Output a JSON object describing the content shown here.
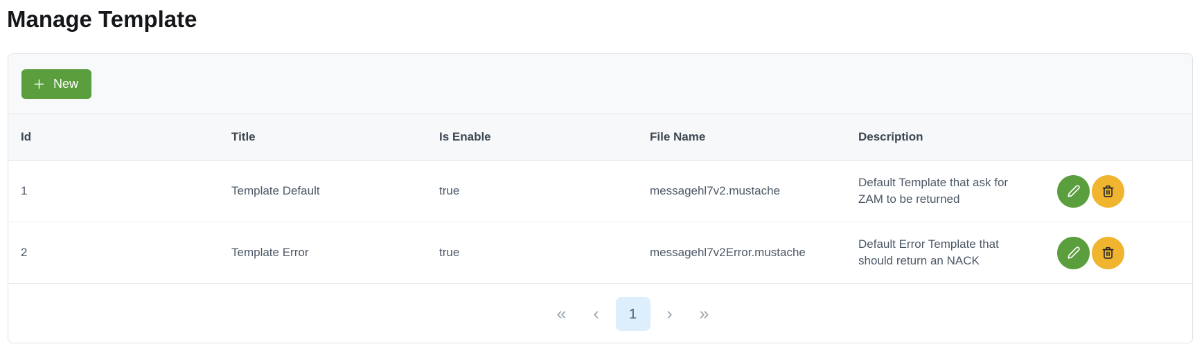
{
  "page": {
    "title": "Manage Template"
  },
  "toolbar": {
    "new_button_label": "New"
  },
  "table": {
    "headers": [
      "Id",
      "Title",
      "Is Enable",
      "File Name",
      "Description"
    ],
    "rows": [
      {
        "id": "1",
        "title": "Template Default",
        "is_enable": "true",
        "file_name": "messagehl7v2.mustache",
        "description": "Default Template that ask for ZAM to be returned"
      },
      {
        "id": "2",
        "title": "Template Error",
        "is_enable": "true",
        "file_name": "messagehl7v2Error.mustache",
        "description": "Default Error Template that should return an NACK"
      }
    ]
  },
  "pagination": {
    "first": "«",
    "previous": "‹",
    "current_page": "1",
    "next": "›",
    "last": "»"
  },
  "colors": {
    "accent_green": "#5b9e3d",
    "accent_yellow": "#f0b42f",
    "active_page_bg": "#ddeefc",
    "trash_icon": "#212529"
  }
}
